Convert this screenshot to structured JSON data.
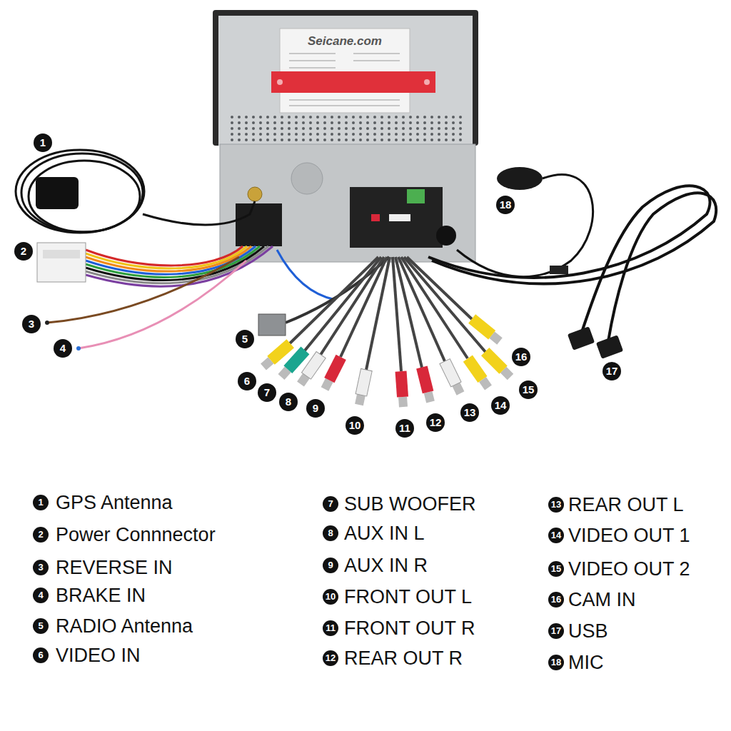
{
  "diagram": {
    "labels": [
      "Seicane.com",
      "1",
      "2",
      "3",
      "4",
      "5",
      "6",
      "7",
      "8",
      "9",
      "10",
      "11",
      "12",
      "13",
      "14",
      "15",
      "16",
      "17",
      "18",
      "1",
      "GPS Antenna",
      "2",
      "Power Connnector",
      "3",
      "REVERSE IN",
      "4",
      "BRAKE IN",
      "5",
      "RADIO Antenna",
      "6",
      "VIDEO IN",
      "7",
      "SUB WOOFER",
      "8",
      "AUX IN L",
      "9",
      "AUX IN R",
      "10",
      "FRONT OUT L",
      "11",
      "FRONT OUT R",
      "12",
      "REAR OUT R",
      "13",
      "REAR OUT L",
      "14",
      "VIDEO OUT 1",
      "15",
      "VIDEO OUT 2",
      "16",
      "CAM IN",
      "17",
      "USB",
      "18",
      "MIC"
    ]
  }
}
